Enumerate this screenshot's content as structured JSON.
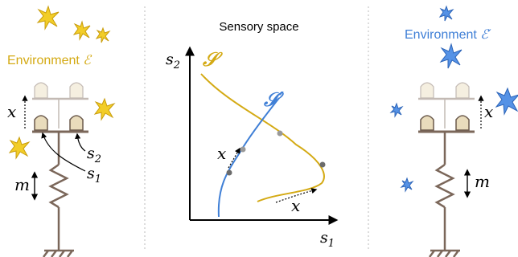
{
  "left_panel": {
    "environment_label": "Environment",
    "environment_symbol": "ℰ",
    "x_label": "x",
    "m_label": "m",
    "s1_label": "s",
    "s1_sub": "1",
    "s2_label": "s",
    "s2_sub": "2"
  },
  "center_panel": {
    "title": "Sensory space",
    "x_axis_label": "s",
    "x_axis_sub": "1",
    "y_axis_label": "s",
    "y_axis_sub": "2",
    "curve1_label": "𝒮",
    "curve2_label": "𝒮′",
    "x_label_upper": "x",
    "x_label_lower": "x"
  },
  "right_panel": {
    "environment_label": "Environment",
    "environment_symbol": "ℰ′",
    "x_label": "x",
    "m_label": "m"
  },
  "colors": {
    "gold": "#d4aa14",
    "blue": "#3f7fd6",
    "frame": "#7b675a",
    "grey": "#999999",
    "sensor_fill": "#e9dcbc"
  }
}
